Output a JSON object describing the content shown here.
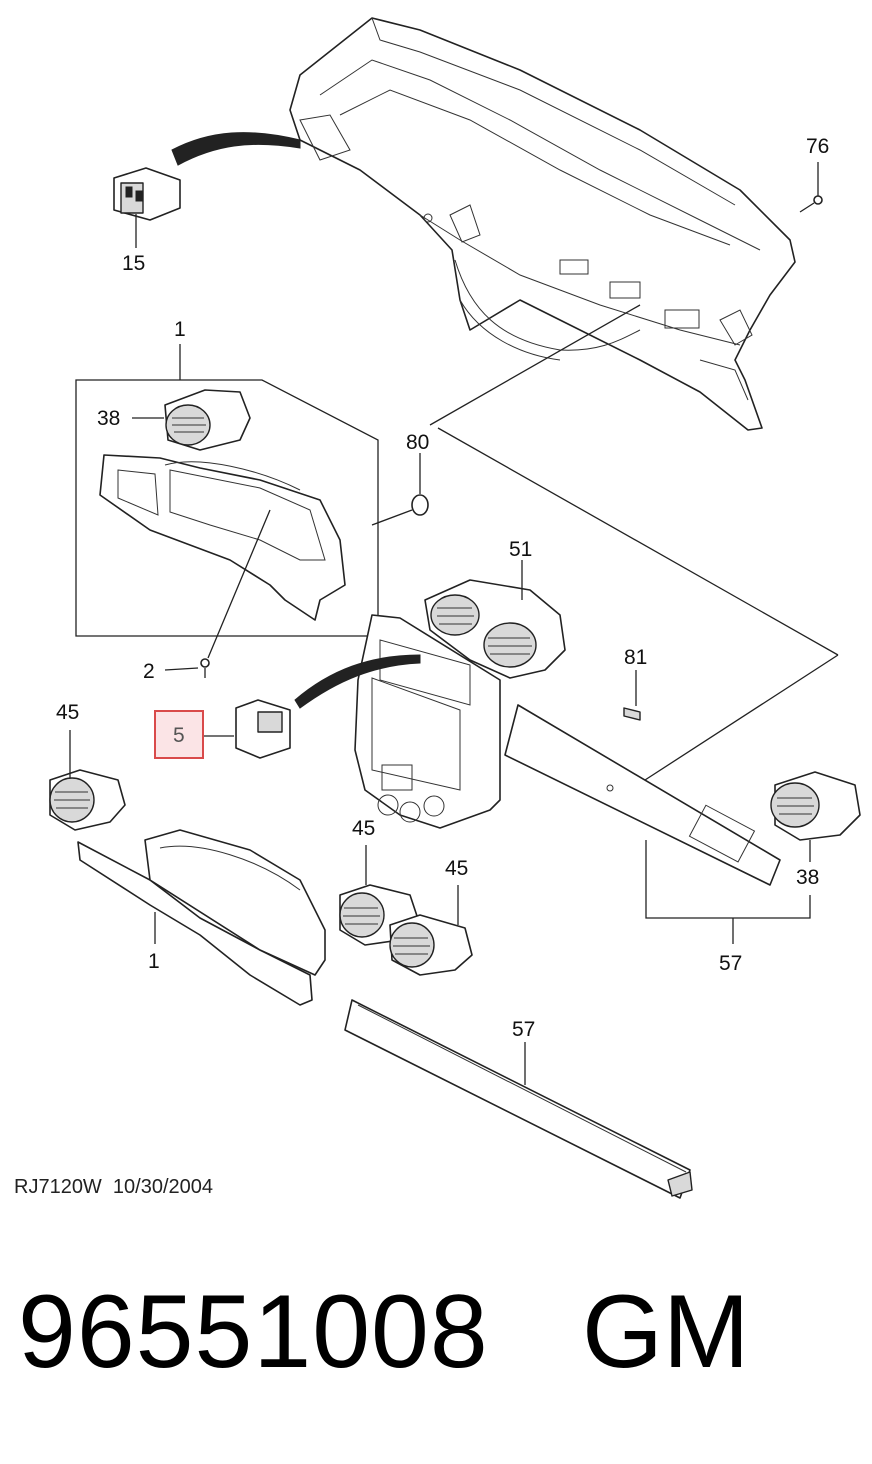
{
  "callouts": {
    "c76": "76",
    "c15": "15",
    "c1_top": "1",
    "c38_left": "38",
    "c80": "80",
    "c51": "51",
    "c81": "81",
    "c2": "2",
    "c45_left": "45",
    "c5": "5",
    "c45_mid": "45",
    "c45_right": "45",
    "c38_right": "38",
    "c1_bottom": "1",
    "c57_mid": "57",
    "c57_bottom": "57"
  },
  "footer": {
    "drawing_code": "RJ7120W  10/30/2004",
    "part_number": "96551008",
    "brand": "GM"
  },
  "highlight": {
    "color": "#d94a4a",
    "fill": "#fbe4e6"
  }
}
